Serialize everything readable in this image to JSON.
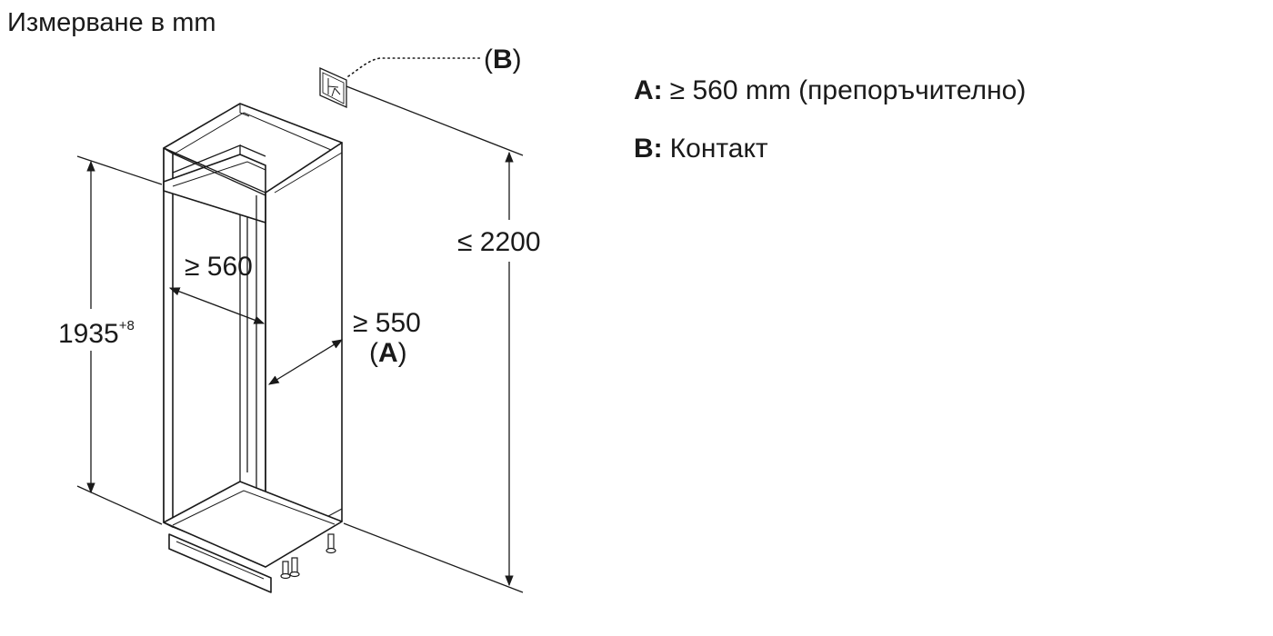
{
  "title": "Измерване в mm",
  "dimensions": {
    "niche_height": "1935",
    "niche_height_tolerance": "+8",
    "niche_width": "≥ 560",
    "niche_depth": "≥ 550",
    "niche_depth_ref_open": "(",
    "niche_depth_ref": "A",
    "niche_depth_ref_close": ")",
    "max_height": "≤ 2200",
    "socket_ref_open": "(",
    "socket_ref": "B",
    "socket_ref_close": ")"
  },
  "legend": [
    {
      "key": "A:",
      "text": "≥ 560 mm (препоръчително)"
    },
    {
      "key": "B:",
      "text": "Контакт"
    }
  ]
}
